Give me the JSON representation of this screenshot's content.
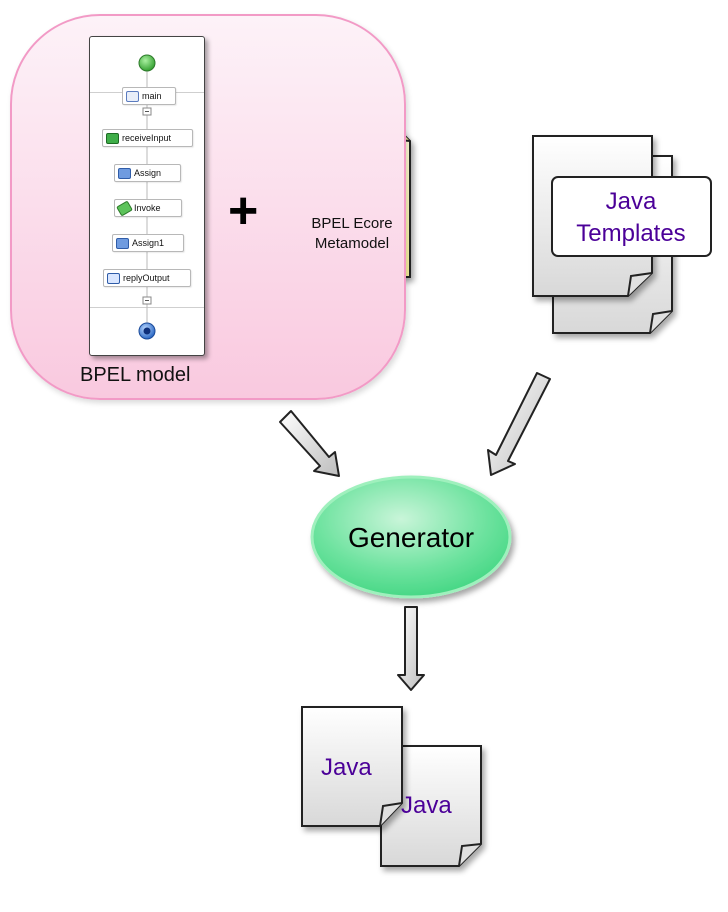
{
  "bpel_model": {
    "label": "BPEL model",
    "activities": [
      "main",
      "receiveInput",
      "Assign",
      "Invoke",
      "Assign1",
      "replyOutput"
    ]
  },
  "plus": "+",
  "metamodel": {
    "line1": "BPEL Ecore",
    "line2": "Metamodel"
  },
  "templates": {
    "line1": "Java",
    "line2": "Templates"
  },
  "generator": {
    "label": "Generator"
  },
  "outputs": {
    "java_1": "Java",
    "java_2": "Java"
  },
  "colors": {
    "region_border": "#f29ac6",
    "region_fill": "#f9c9df",
    "generator_fill": "#4fdc8d",
    "template_text": "#4b0098",
    "metamodel_fill": "#fcf8b0"
  }
}
